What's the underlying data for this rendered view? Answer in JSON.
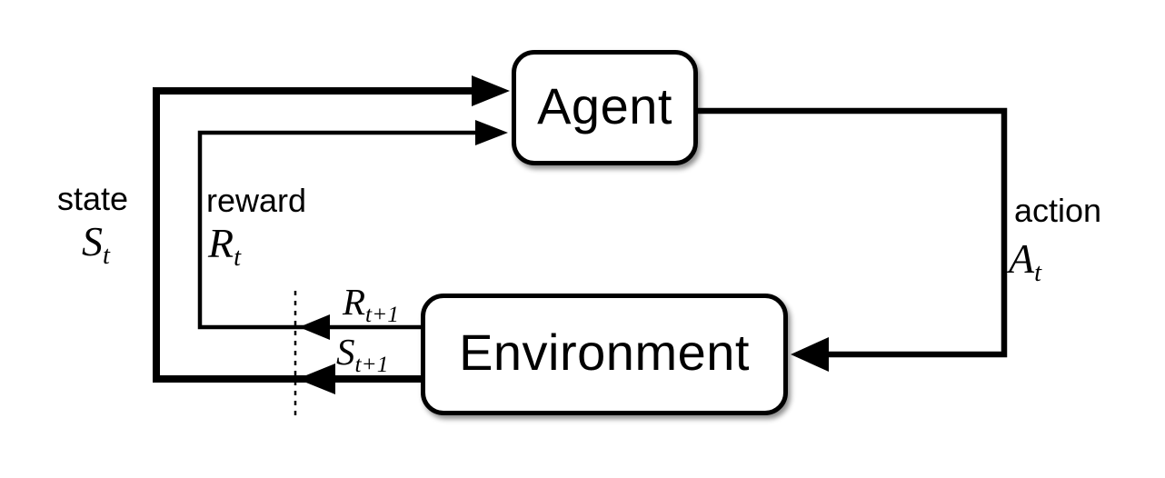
{
  "diagram": {
    "agent_label": "Agent",
    "environment_label": "Environment",
    "signals": {
      "state": {
        "word": "state",
        "symbol": "S",
        "subscript": "t"
      },
      "reward": {
        "word": "reward",
        "symbol": "R",
        "subscript": "t"
      },
      "action": {
        "word": "action",
        "symbol": "A",
        "subscript": "t"
      },
      "next_reward": {
        "symbol": "R",
        "subscript": "t+1"
      },
      "next_state": {
        "symbol": "S",
        "subscript": "t+1"
      }
    },
    "colors": {
      "line": "#000000",
      "node_fill": "#ffffff",
      "background": "#ffffff"
    }
  }
}
